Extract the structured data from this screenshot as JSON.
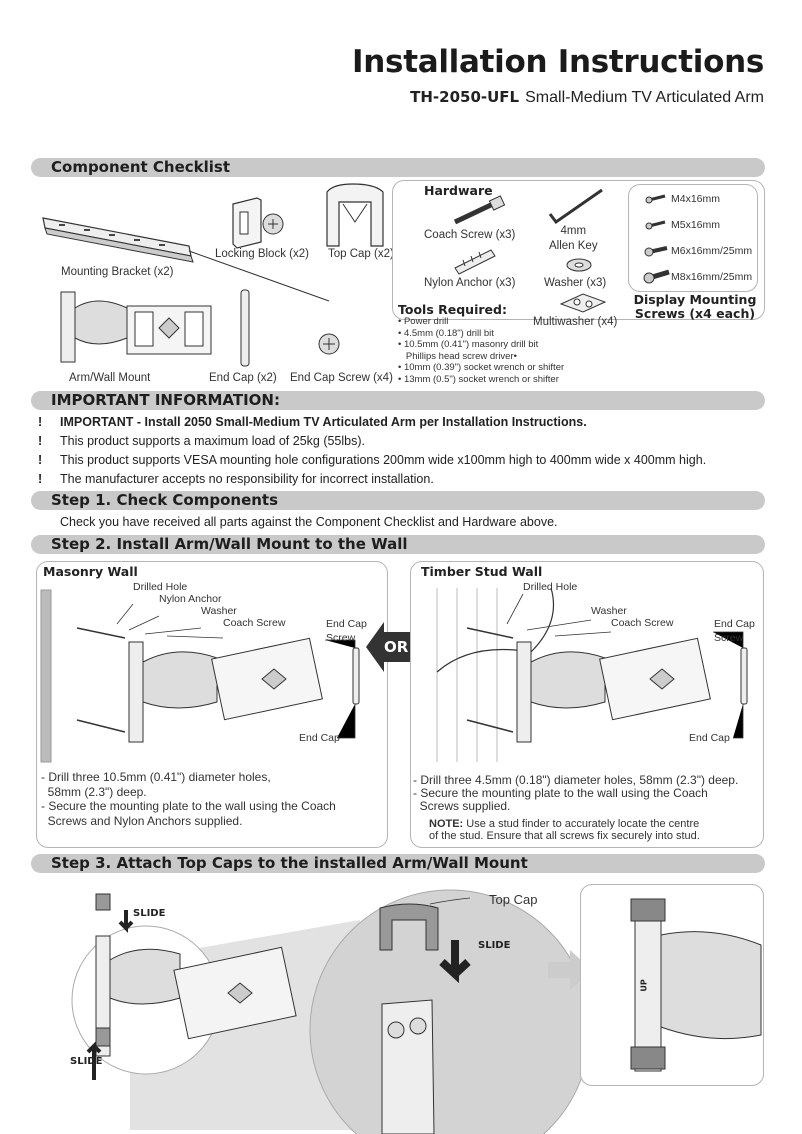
{
  "header": {
    "title": "Installation Instructions",
    "model": "TH-2050-UFL",
    "product": "Small-Medium TV Articulated Arm"
  },
  "checklist": {
    "title": "Component Checklist",
    "components": {
      "mounting_bracket": "Mounting Bracket (x2)",
      "locking_block": "Locking Block (x2)",
      "top_cap": "Top Cap (x2)",
      "arm_wall_mount": "Arm/Wall Mount",
      "end_cap": "End Cap (x2)",
      "end_cap_screw": "End Cap Screw (x4)"
    },
    "hardware": {
      "title": "Hardware",
      "coach_screw": "Coach Screw (x3)",
      "allen_key": "4mm\nAllen Key",
      "nylon_anchor": "Nylon Anchor (x3)",
      "washer": "Washer (x3)",
      "multiwasher": "Multiwasher (x4)"
    },
    "display_screws": {
      "items": [
        "M4x16mm",
        "M5x16mm",
        "M6x16mm/25mm",
        "M8x16mm/25mm"
      ],
      "title": "Display Mounting Screws (x4 each)"
    },
    "tools": {
      "title": "Tools Required:",
      "items": [
        "Power drill",
        "4.5mm (0.18\") drill bit",
        "10.5mm (0.41\") masonry drill bit",
        "Phillips head screw driver",
        "10mm (0.39\") socket wrench or shifter",
        "13mm (0.5\") socket wrench or shifter"
      ]
    }
  },
  "important": {
    "title": "IMPORTANT INFORMATION:",
    "lines": [
      "IMPORTANT - Install 2050 Small-Medium TV Articulated Arm per Installation Instructions.",
      "This product supports a maximum load of 25kg (55lbs).",
      "This product supports VESA mounting hole configurations 200mm wide x100mm high to  400mm wide x 400mm high.",
      "The manufacturer accepts no responsibility for incorrect installation."
    ]
  },
  "step1": {
    "title": "Step 1. Check Components",
    "text": "Check you have received all parts against the Component Checklist and Hardware above."
  },
  "step2": {
    "title": "Step 2. Install Arm/Wall Mount to the Wall",
    "or": "OR",
    "masonry": {
      "title": "Masonry Wall",
      "labels": {
        "drilled_hole": "Drilled Hole",
        "nylon_anchor": "Nylon Anchor",
        "washer": "Washer",
        "coach_screw": "Coach Screw",
        "end_cap_screw": "End Cap\nScrew",
        "end_cap": "End Cap"
      },
      "notes": [
        "- Drill three 10.5mm (0.41\") diameter holes,",
        "  58mm (2.3\") deep.",
        "- Secure the mounting plate to the wall using the Coach",
        "  Screws and Nylon Anchors supplied."
      ]
    },
    "timber": {
      "title": "Timber Stud Wall",
      "labels": {
        "drilled_hole": "Drilled Hole",
        "washer": "Washer",
        "coach_screw": "Coach Screw",
        "end_cap_screw": "End Cap\nScrew",
        "end_cap": "End Cap"
      },
      "notes": [
        "- Drill three 4.5mm (0.18\") diameter holes, 58mm (2.3\") deep.",
        "- Secure the mounting plate to the wall using the Coach",
        "  Screws supplied."
      ],
      "note_label": "NOTE:",
      "note_text": "Use a stud finder to accurately locate the centre",
      "note_text2": "of the stud. Ensure that all screws fix securely into stud."
    }
  },
  "step3": {
    "title": "Step 3. Attach Top Caps to the installed Arm/Wall Mount",
    "slide": "SLIDE",
    "top_cap": "Top Cap",
    "up": "UP"
  }
}
